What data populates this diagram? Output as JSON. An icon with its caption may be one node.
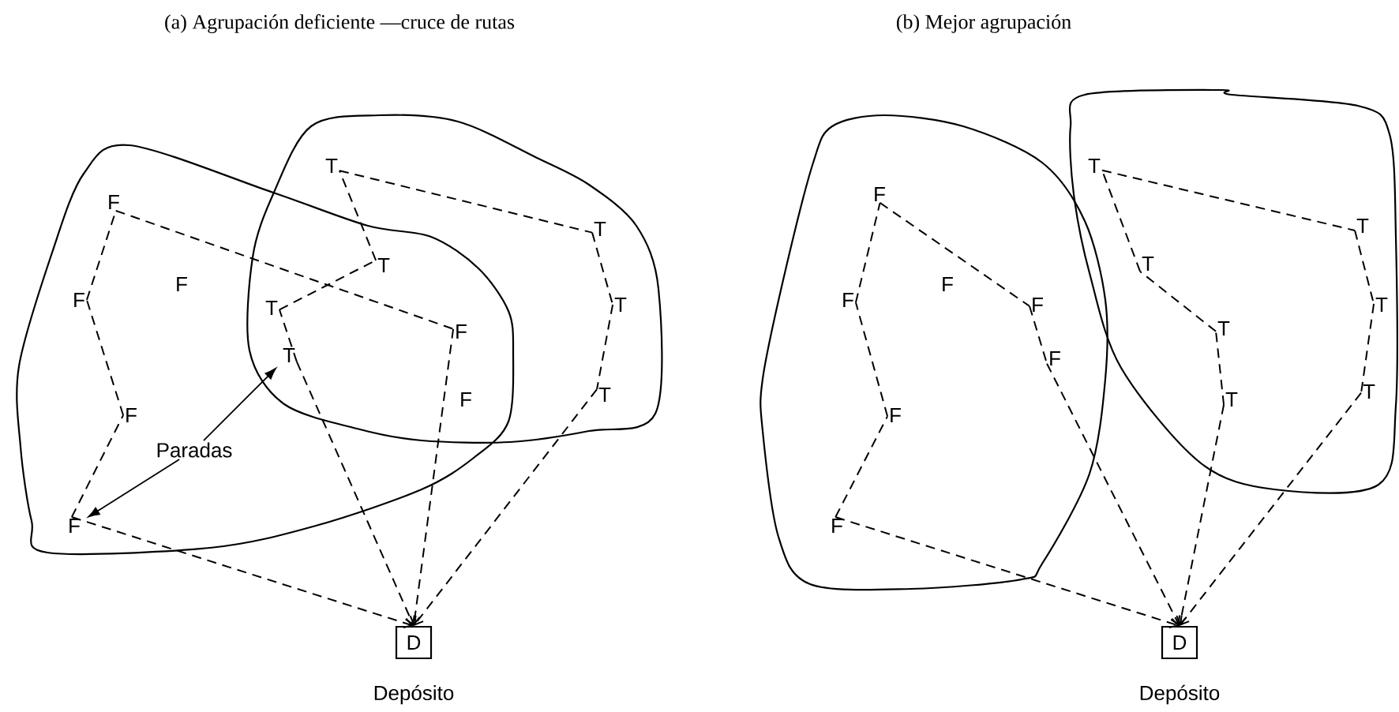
{
  "diagram": {
    "nodes": [
      {
        "text": [
          "F"
        ]
      },
      {
        "text": [
          "F"
        ]
      },
      {
        "text": [
          "F"
        ]
      },
      {
        "text": [
          "F"
        ]
      },
      {
        "text": [
          "F"
        ]
      },
      {
        "text": [
          "T"
        ]
      },
      {
        "text": [
          "T"
        ]
      },
      {
        "text": [
          "T"
        ]
      },
      {
        "text": [
          "T"
        ]
      },
      {
        "text": [
          "T"
        ]
      },
      {
        "text": [
          "T"
        ]
      },
      {
        "text": [
          "T"
        ]
      },
      {
        "text": [
          "D"
        ],
        "beside": [
          "Depósito"
        ]
      },
      {
        "text": [
          "Paradas"
        ]
      },
      {
        "text": [
          "F"
        ]
      },
      {
        "text": [
          "F"
        ]
      },
      {
        "text": [
          "F"
        ]
      },
      {
        "text": [
          "F"
        ]
      },
      {
        "text": [
          "F"
        ]
      },
      {
        "text": [
          "F"
        ]
      },
      {
        "text": [
          "T"
        ]
      },
      {
        "text": [
          "T"
        ]
      },
      {
        "text": [
          "T"
        ]
      },
      {
        "text": [
          "T"
        ]
      },
      {
        "text": [
          "T"
        ]
      },
      {
        "text": [
          "T"
        ]
      },
      {
        "text": [
          "T"
        ]
      },
      {
        "text": [
          "D"
        ],
        "beside": [
          "Depósito"
        ]
      }
    ],
    "edges": [
      {
        "from": 3,
        "to": 12,
        "arrow": "to",
        "style": "dashed"
      },
      {
        "from": 3,
        "to": 2,
        "arrow": "none",
        "style": "dashed"
      },
      {
        "from": 2,
        "to": 1,
        "arrow": "none",
        "style": "dashed"
      },
      {
        "from": 1,
        "to": 0,
        "arrow": "none",
        "style": "dashed"
      },
      {
        "from": 0,
        "to": 4,
        "arrow": "none",
        "style": "dashed"
      },
      {
        "from": 4,
        "to": 12,
        "arrow": "to",
        "style": "dashed"
      },
      {
        "from": 8,
        "to": 12,
        "arrow": "to",
        "style": "dashed"
      },
      {
        "from": 8,
        "to": 7,
        "arrow": "none",
        "style": "dashed"
      },
      {
        "from": 7,
        "to": 6,
        "arrow": "none",
        "style": "dashed"
      },
      {
        "from": 6,
        "to": 5,
        "arrow": "none",
        "style": "dashed"
      },
      {
        "from": 5,
        "to": 9,
        "arrow": "none",
        "style": "dashed"
      },
      {
        "from": 9,
        "to": 10,
        "arrow": "none",
        "style": "dashed"
      },
      {
        "from": 10,
        "to": 11,
        "arrow": "none",
        "style": "dashed"
      },
      {
        "from": 11,
        "to": 12,
        "arrow": "to",
        "style": "dashed"
      },
      {
        "from": 13,
        "to": 8,
        "arrow": "to"
      },
      {
        "from": 13,
        "to": 3,
        "arrow": "to"
      },
      {
        "from": 19,
        "to": 27,
        "arrow": "to",
        "style": "dashed"
      },
      {
        "from": 19,
        "to": 18,
        "arrow": "none",
        "style": "dashed"
      },
      {
        "from": 18,
        "to": 15,
        "arrow": "none",
        "style": "dashed"
      },
      {
        "from": 15,
        "to": 14,
        "arrow": "none",
        "style": "dashed"
      },
      {
        "from": 14,
        "to": 16,
        "arrow": "none",
        "style": "dashed"
      },
      {
        "from": 16,
        "to": 17,
        "arrow": "none",
        "style": "dashed"
      },
      {
        "from": 17,
        "to": 27,
        "arrow": "to",
        "style": "dashed"
      },
      {
        "from": 23,
        "to": 27,
        "arrow": "to",
        "style": "dashed"
      },
      {
        "from": 23,
        "to": 22,
        "arrow": "none",
        "style": "dashed"
      },
      {
        "from": 22,
        "to": 21,
        "arrow": "none",
        "style": "dashed"
      },
      {
        "from": 21,
        "to": 20,
        "arrow": "none",
        "style": "dashed"
      },
      {
        "from": 20,
        "to": 24,
        "arrow": "none",
        "style": "dashed"
      },
      {
        "from": 24,
        "to": 25,
        "arrow": "none",
        "style": "dashed"
      },
      {
        "from": 25,
        "to": 26,
        "arrow": "none",
        "style": "dashed"
      },
      {
        "from": 26,
        "to": 27,
        "arrow": "to",
        "style": "dashed"
      }
    ],
    "labels": [
      "(a) Agrupación deficiente —cruce de rutas",
      "(b) Mejor agrupación",
      "F",
      "F",
      "F"
    ]
  }
}
